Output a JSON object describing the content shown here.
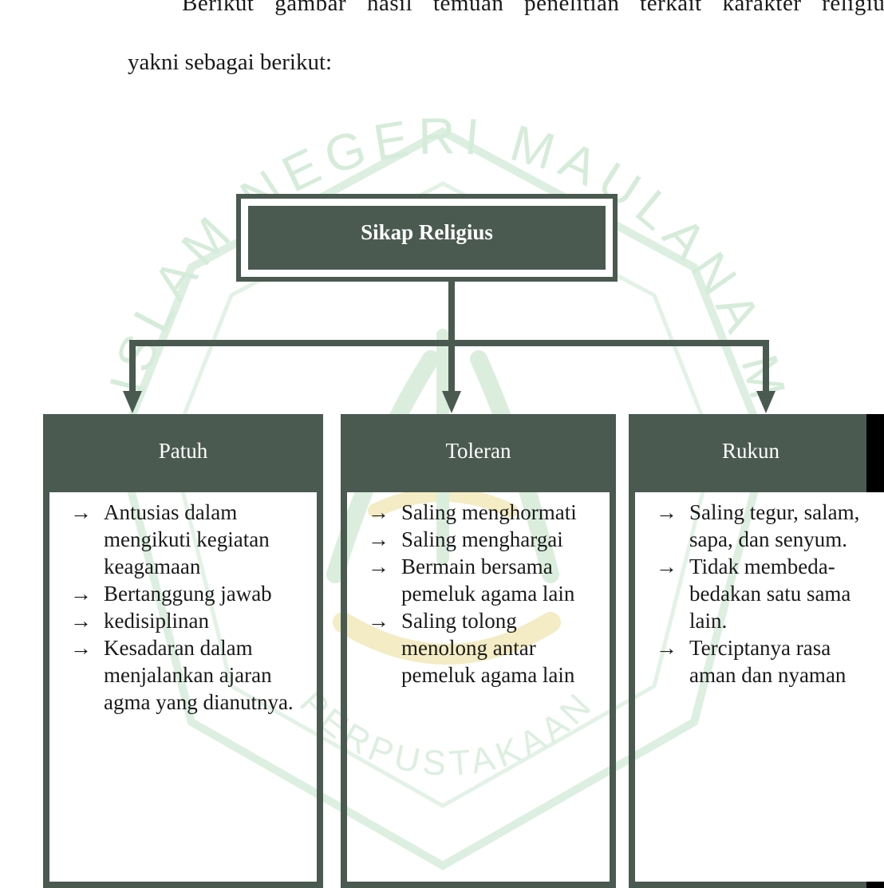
{
  "intro": {
    "line1": "Berikut gambar hasil temuan penelitian terkait karakter religius,",
    "line2": "yakni sebagai berikut:"
  },
  "watermark": {
    "text": "UNIVERSITAS ISLAM NEGERI MAULANA MALIK IBRAHIM",
    "bottom_text": "PERPUSTAKAAN"
  },
  "diagram": {
    "root": "Sikap Religius",
    "arrow_glyph": "→",
    "columns": [
      {
        "title": "Patuh",
        "items": [
          "Antusias dalam mengikuti kegiatan keagamaan",
          "Bertanggung jawab",
          "kedisiplinan",
          "Kesadaran dalam menjalankan ajaran agma yang dianutnya."
        ]
      },
      {
        "title": "Toleran",
        "items": [
          "Saling menghormati",
          "Saling menghargai",
          "Bermain bersama pemeluk agama lain",
          "Saling tolong menolong antar pemeluk agama lain"
        ]
      },
      {
        "title": "Rukun",
        "items": [
          "Saling tegur, salam, sapa, dan senyum.",
          "Tidak membeda-bedakan satu sama lain.",
          "Terciptanya rasa aman dan nyaman"
        ]
      }
    ]
  },
  "colors": {
    "box": "#4a5a50",
    "header_text": "#ffffff",
    "watermark_green": "#bfe3c4",
    "watermark_gold": "#f2e6a6"
  }
}
